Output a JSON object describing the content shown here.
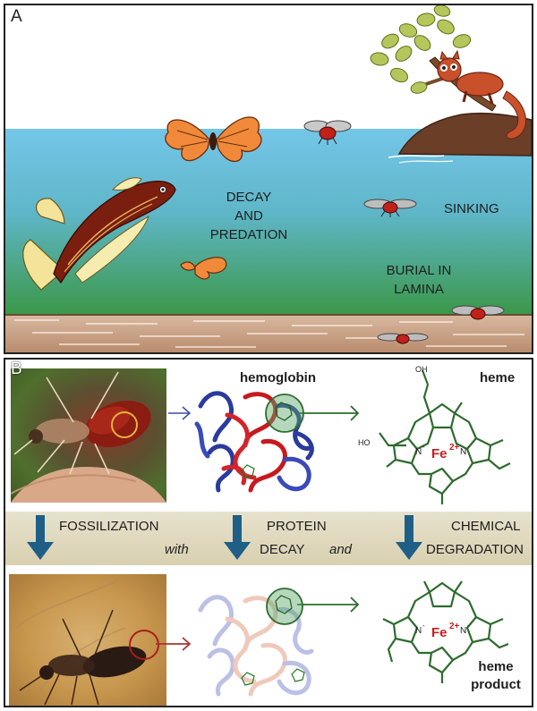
{
  "panel_a": {
    "label": "A",
    "labels": {
      "decay_line1": "DECAY",
      "decay_line2": "AND",
      "decay_line3": "PREDATION",
      "sinking": "SINKING",
      "burial_line1": "BURIAL IN",
      "burial_line2": "LAMINA"
    },
    "colors": {
      "sky": "#ffffff",
      "water_top": "#6ec3e6",
      "water_bottom": "#3f9a4a",
      "sediment": "#c9a489",
      "fish": "#7a1e10"
    }
  },
  "panel_b": {
    "label": "B",
    "top_row": {
      "protein_label": "hemoglobin",
      "molecule_label": "heme",
      "acid_group": "OH",
      "acid_group_left": "HO",
      "iron_symbol": "Fe",
      "iron_charge": "2+",
      "n_minus": "N",
      "minus": "-"
    },
    "band": {
      "col1_line1": "FOSSILIZATION",
      "col1_line2": "with",
      "col2_line1": "PROTEIN",
      "col2_line2": "DECAY",
      "col2_line3": "and",
      "col3_line1": "CHEMICAL",
      "col3_line2": "DEGRADATION"
    },
    "bottom_row": {
      "product_line1": "heme",
      "product_line2": "product",
      "iron_symbol": "Fe",
      "iron_charge": "2+"
    },
    "colors": {
      "molecule": "#2e6b2e",
      "iron": "#c81e1e",
      "arrow_band": "#1f5f86",
      "arrow_blue": "#3a4fa0",
      "arrow_red": "#a83232",
      "arrow_green": "#2e6b2e"
    }
  }
}
